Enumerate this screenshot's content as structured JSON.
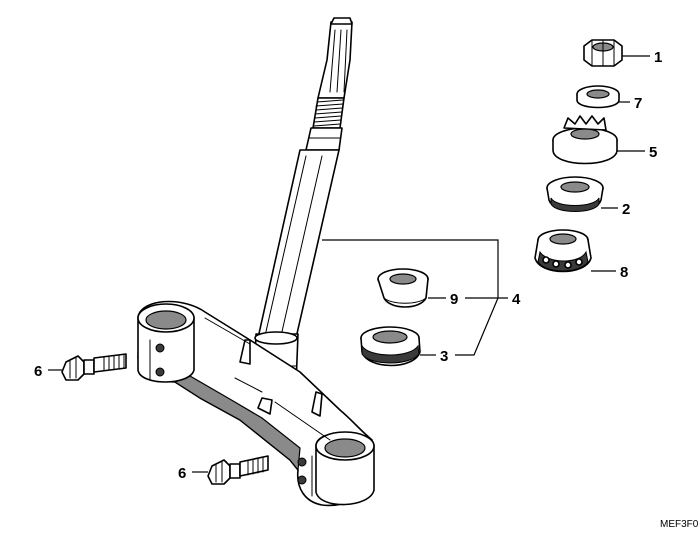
{
  "callouts": {
    "c1": "1",
    "c7": "7",
    "c5": "5",
    "c2": "2",
    "c8": "8",
    "c9": "9",
    "c4": "4",
    "c3": "3",
    "c6a": "6",
    "c6b": "6"
  },
  "diagram_code": "MEF3F0"
}
